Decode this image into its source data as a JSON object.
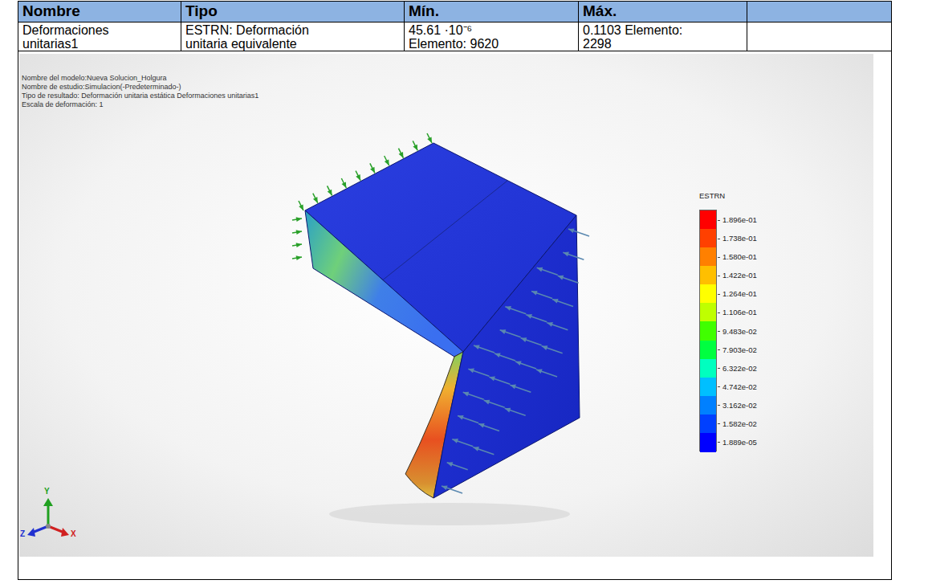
{
  "diagram": {
    "labels": [
      "Nombre",
      "Tipo",
      "Mín.",
      "Máx.",
      "Deformaciones unitarias1",
      "ESTRN: Deformación unitaria equivalente",
      "45.61 ·10⁻⁶ Elemento: 9620",
      "0.1103 Elemento: 2298",
      "Nombre del modelo:Nueva Solucion_Holgura",
      "Nombre de estudio:Simulacion(-Predeterminado-)",
      "Tipo de resultado: Deformación unitaria estática Deformaciones unitarias1",
      "Escala de deformación: 1",
      "ESTRN",
      "Y",
      "Z",
      "X"
    ],
    "legend": [
      {
        "text": "1.896e-01",
        "color": "#ff0000"
      },
      {
        "text": "1.738e-01",
        "color": "#ff4000"
      },
      {
        "text": "1.580e-01",
        "color": "#ff8000"
      },
      {
        "text": "1.422e-01",
        "color": "#ffbf00"
      },
      {
        "text": "1.264e-01",
        "color": "#ffff00"
      },
      {
        "text": "1.106e-01",
        "color": "#bfff00"
      },
      {
        "text": "9.483e-02",
        "color": "#40ff00"
      },
      {
        "text": "7.903e-02",
        "color": "#00ff40"
      },
      {
        "text": "6.322e-02",
        "color": "#00ffbf"
      },
      {
        "text": "4.742e-02",
        "color": "#00bfff"
      },
      {
        "text": "3.162e-02",
        "color": "#0080ff"
      },
      {
        "text": "1.582e-02",
        "color": "#0040ff"
      },
      {
        "text": "1.889e-05",
        "color": "#0000ff"
      }
    ]
  }
}
